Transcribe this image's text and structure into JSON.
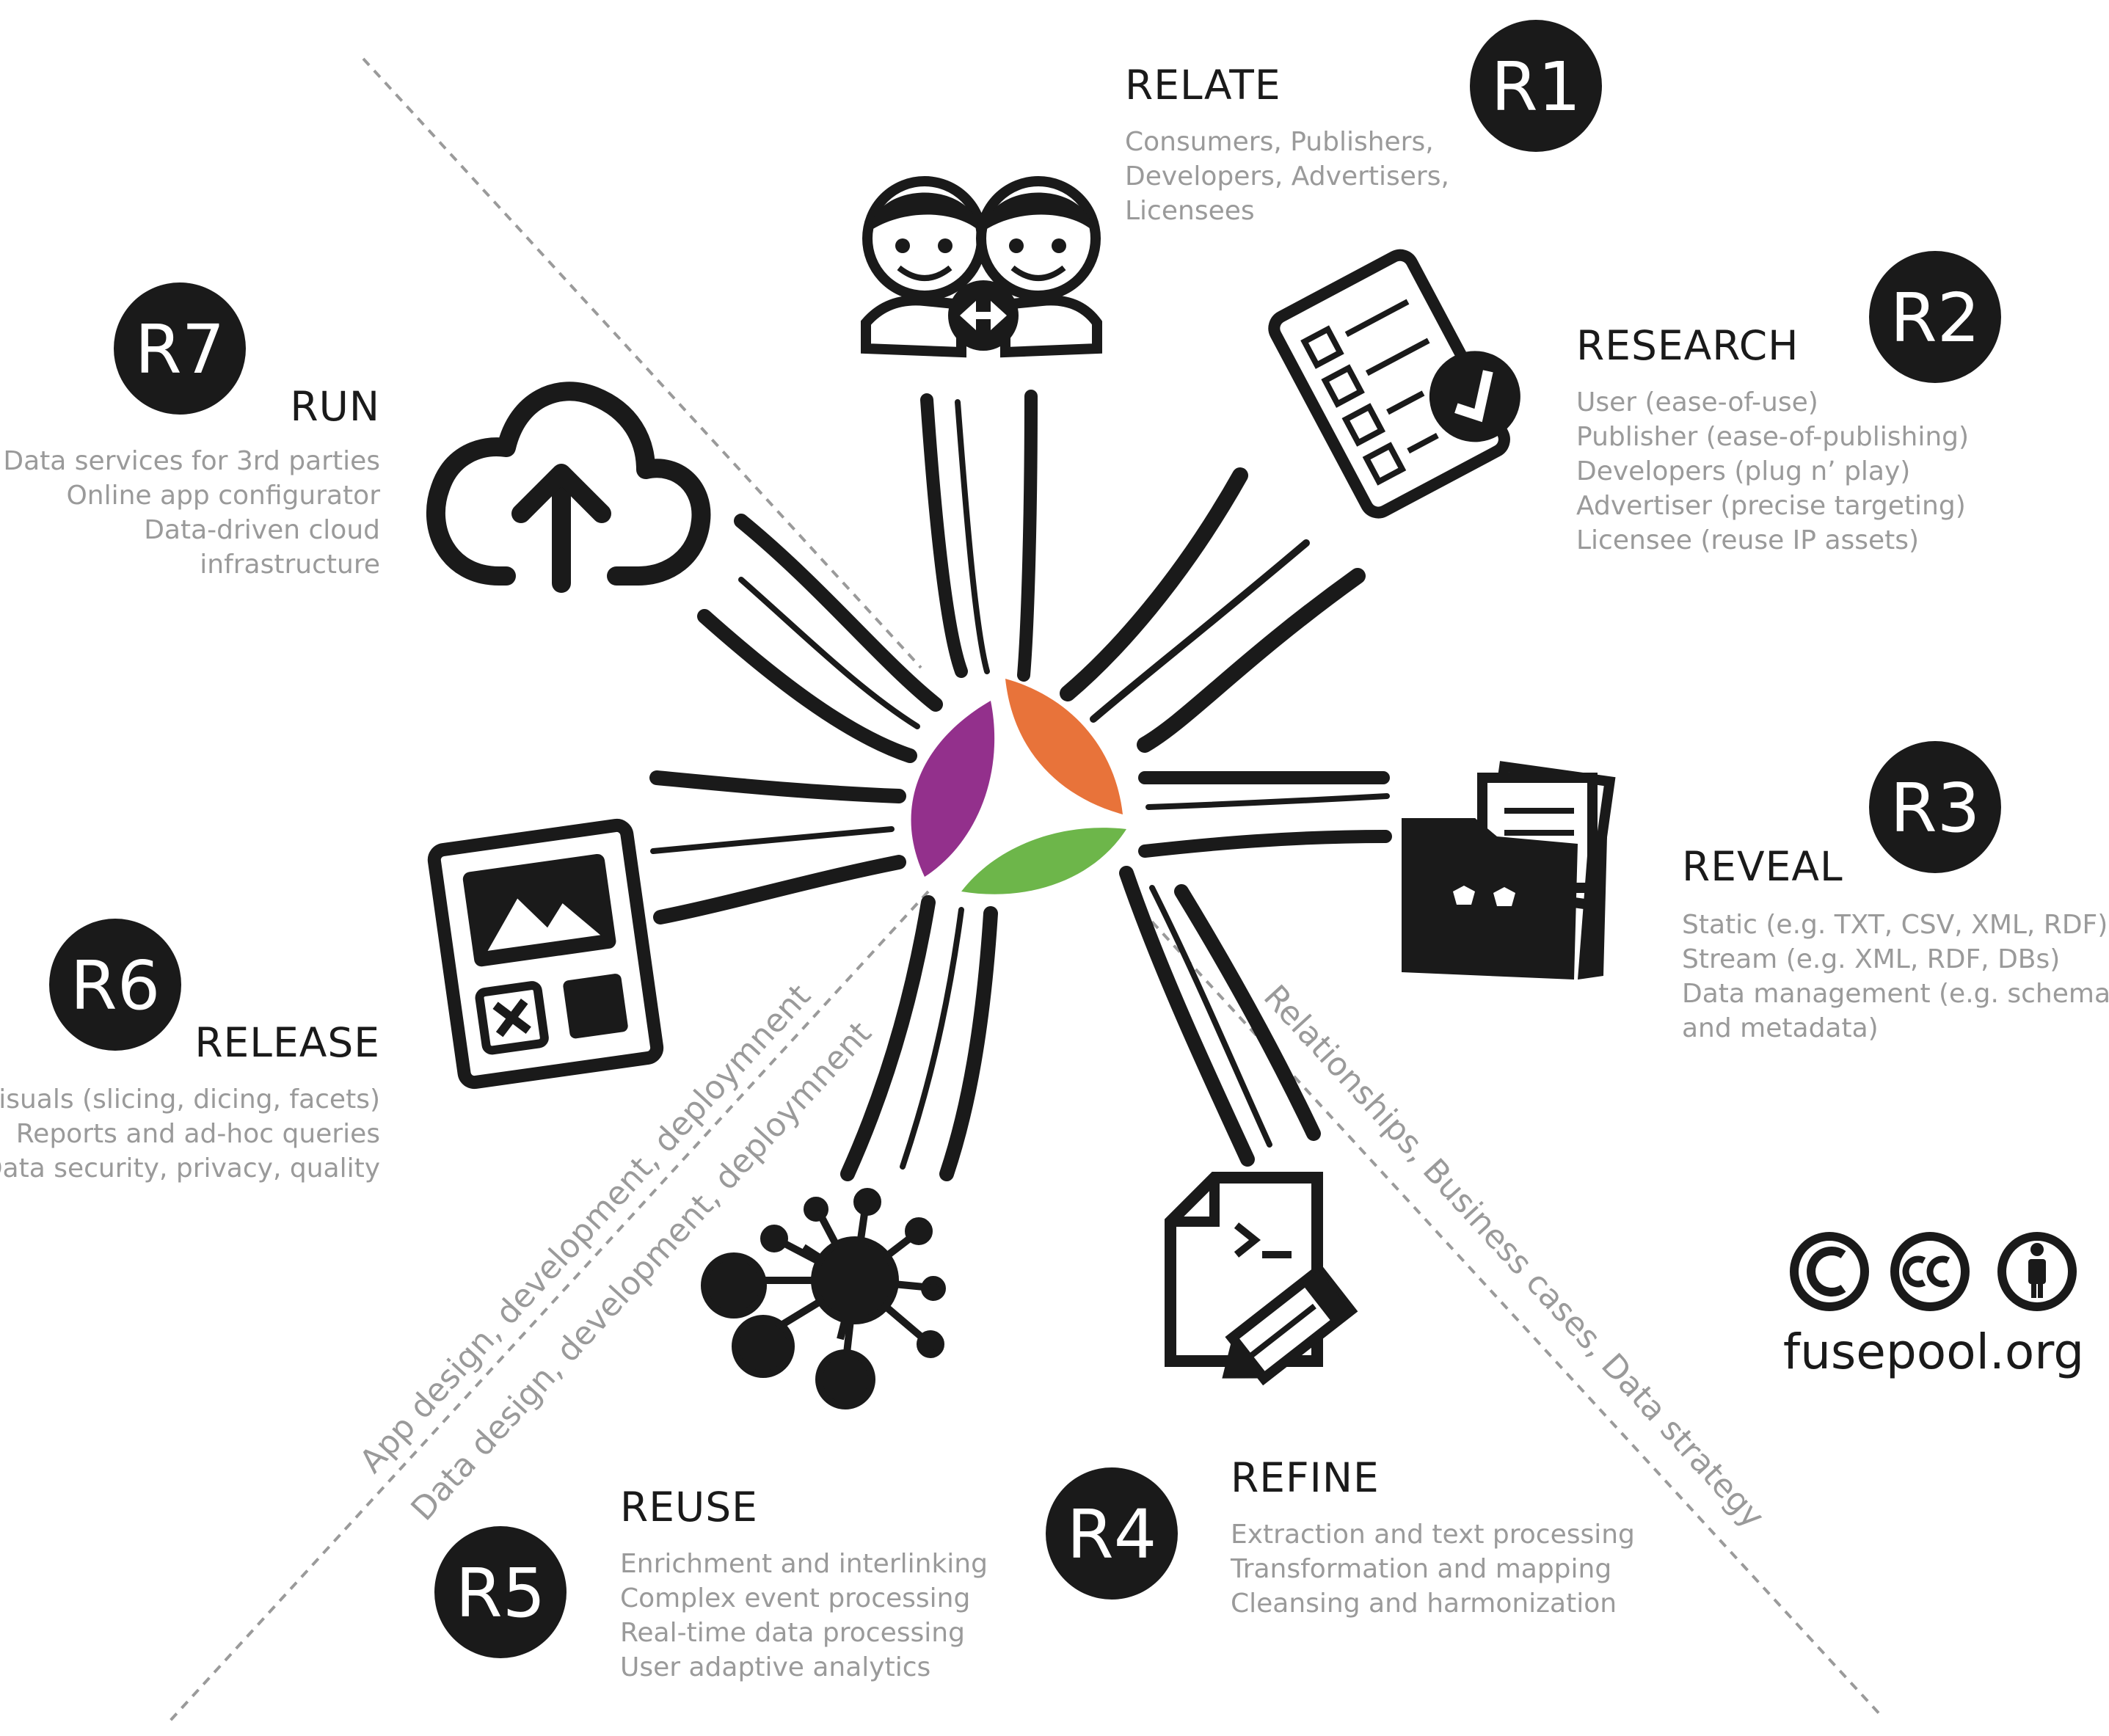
{
  "sections": {
    "r1": {
      "badge": "R1",
      "title": "RELATE",
      "items": [
        "Consumers, Publishers,",
        "Developers, Advertisers,",
        "Licensees"
      ]
    },
    "r2": {
      "badge": "R2",
      "title": "RESEARCH",
      "items": [
        "User (ease-of-use)",
        "Publisher (ease-of-publishing)",
        "Developers (plug n’ play)",
        "Advertiser (precise targeting)",
        "Licensee (reuse IP assets)"
      ]
    },
    "r3": {
      "badge": "R3",
      "title": "REVEAL",
      "items": [
        "Static (e.g. TXT, CSV, XML, RDF)",
        "Stream (e.g. XML, RDF, DBs)",
        "Data management (e.g. schemas",
        "and metadata)"
      ]
    },
    "r4": {
      "badge": "R4",
      "title": "REFINE",
      "items": [
        "Extraction and text processing",
        "Transformation and mapping",
        "Cleansing and harmonization"
      ]
    },
    "r5": {
      "badge": "R5",
      "title": "REUSE",
      "items": [
        "Enrichment and interlinking",
        "Complex event processing",
        "Real-time data processing",
        "User adaptive analytics"
      ]
    },
    "r6": {
      "badge": "R6",
      "title": "RELEASE",
      "items": [
        "Visuals (slicing, dicing, facets)",
        "Reports and ad-hoc queries",
        "Data security, privacy, quality"
      ]
    },
    "r7": {
      "badge": "R7",
      "title": "RUN",
      "items": [
        "Data services for 3rd parties",
        "Online app configurator",
        "Data-driven cloud",
        "infrastructure"
      ]
    }
  },
  "axis_labels": {
    "app": "App design, development, deploymnent",
    "data": "Data design, development, deploymnent",
    "business": "Relationships, Business cases, Data strategy"
  },
  "footer": {
    "site": "fusepool.org",
    "license_icons": [
      "copyright-icon",
      "creative-commons-icon",
      "attribution-icon"
    ]
  },
  "colors": {
    "purple": "#93308c",
    "orange": "#e8733a",
    "green": "#6db64a",
    "dark": "#1a1a1a",
    "grey": "#9a9a9a"
  }
}
